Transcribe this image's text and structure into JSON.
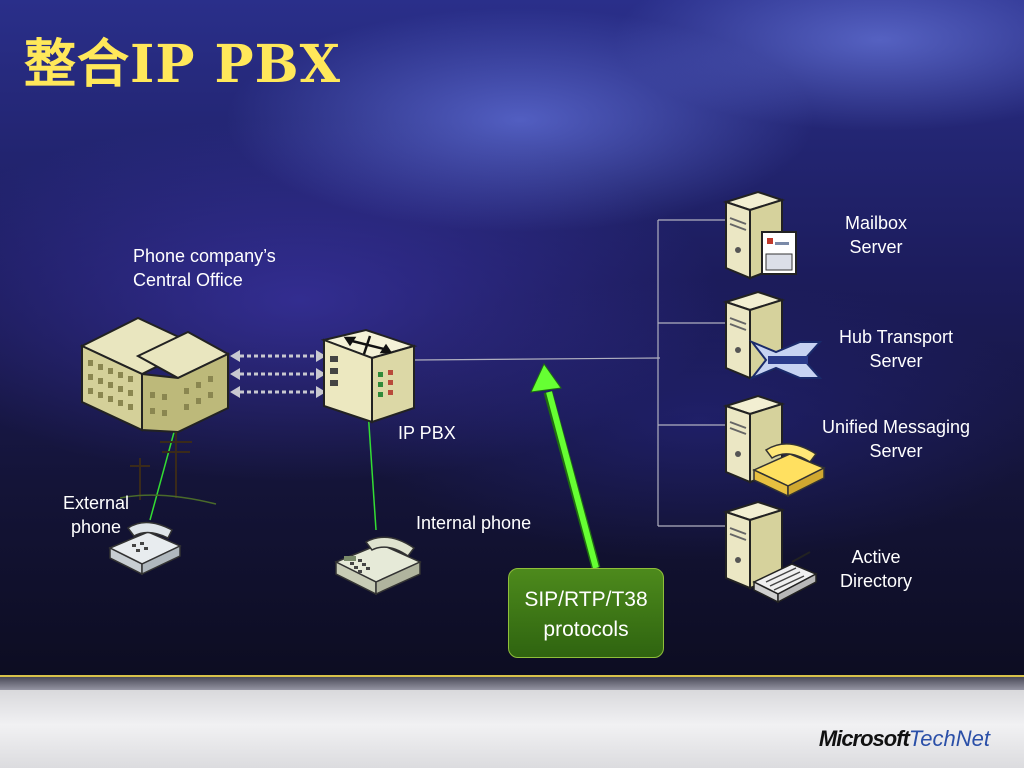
{
  "slide": {
    "title": "整合IP PBX",
    "labels": {
      "central_office": "Phone company’s\nCentral Office",
      "ip_pbx": "IP PBX",
      "external_phone": "External\nphone",
      "internal_phone": "Internal phone",
      "protocols": "SIP/RTP/T38\nprotocols"
    },
    "servers": [
      {
        "label": "Mailbox\nServer",
        "icon": "mailbox-server-icon"
      },
      {
        "label": "Hub Transport\nServer",
        "icon": "hub-transport-server-icon"
      },
      {
        "label": "Unified Messaging\nServer",
        "icon": "unified-messaging-server-icon"
      },
      {
        "label": "Active\nDirectory",
        "icon": "active-directory-server-icon"
      }
    ]
  },
  "footer": {
    "logo_microsoft": "Microsoft",
    "logo_technet": "TechNet"
  },
  "colors": {
    "title": "#ffe85a",
    "arrow": "#66ff33",
    "link_line": "#33dd33",
    "protocol_box": "#3c7a16"
  }
}
